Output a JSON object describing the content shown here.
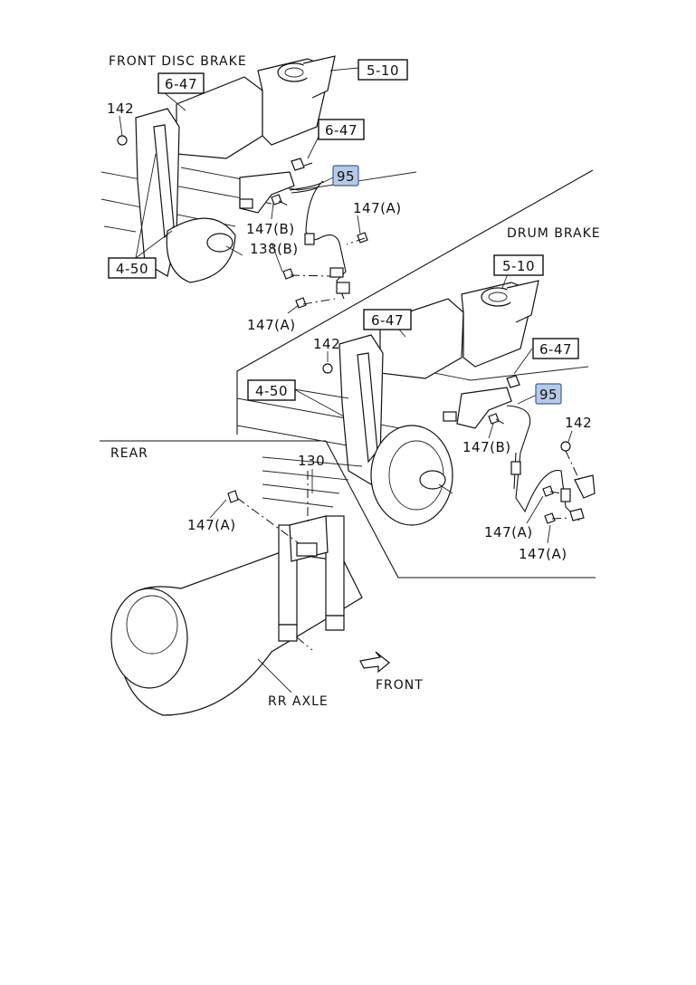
{
  "sections": {
    "front_disc_brake": "FRONT DISC BRAKE",
    "drum_brake": "DRUM BRAKE",
    "rear": "REAR",
    "rr_axle": "RR AXLE",
    "front": "FRONT"
  },
  "boxed_refs": {
    "top_5_10": "5-10",
    "top_6_47_a": "6-47",
    "top_6_47_b": "6-47",
    "top_95": "95",
    "top_4_50": "4-50",
    "drum_5_10": "5-10",
    "drum_6_47_a": "6-47",
    "drum_6_47_b": "6-47",
    "drum_95": "95",
    "drum_4_50": "4-50"
  },
  "parts": {
    "top_142": "142",
    "top_147b": "147(B)",
    "top_147a_upper": "147(A)",
    "top_138b": "138(B)",
    "top_147a_lower": "147(A)",
    "drum_142_left": "142",
    "drum_142_right": "142",
    "drum_147b": "147(B)",
    "drum_147a_a": "147(A)",
    "drum_147a_b": "147(A)",
    "rear_130": "130",
    "rear_147a": "147(A)"
  },
  "colors": {
    "highlight_fill": "#b8c9e6",
    "highlight_stroke": "#3b5f9e",
    "ink": "#111111"
  }
}
